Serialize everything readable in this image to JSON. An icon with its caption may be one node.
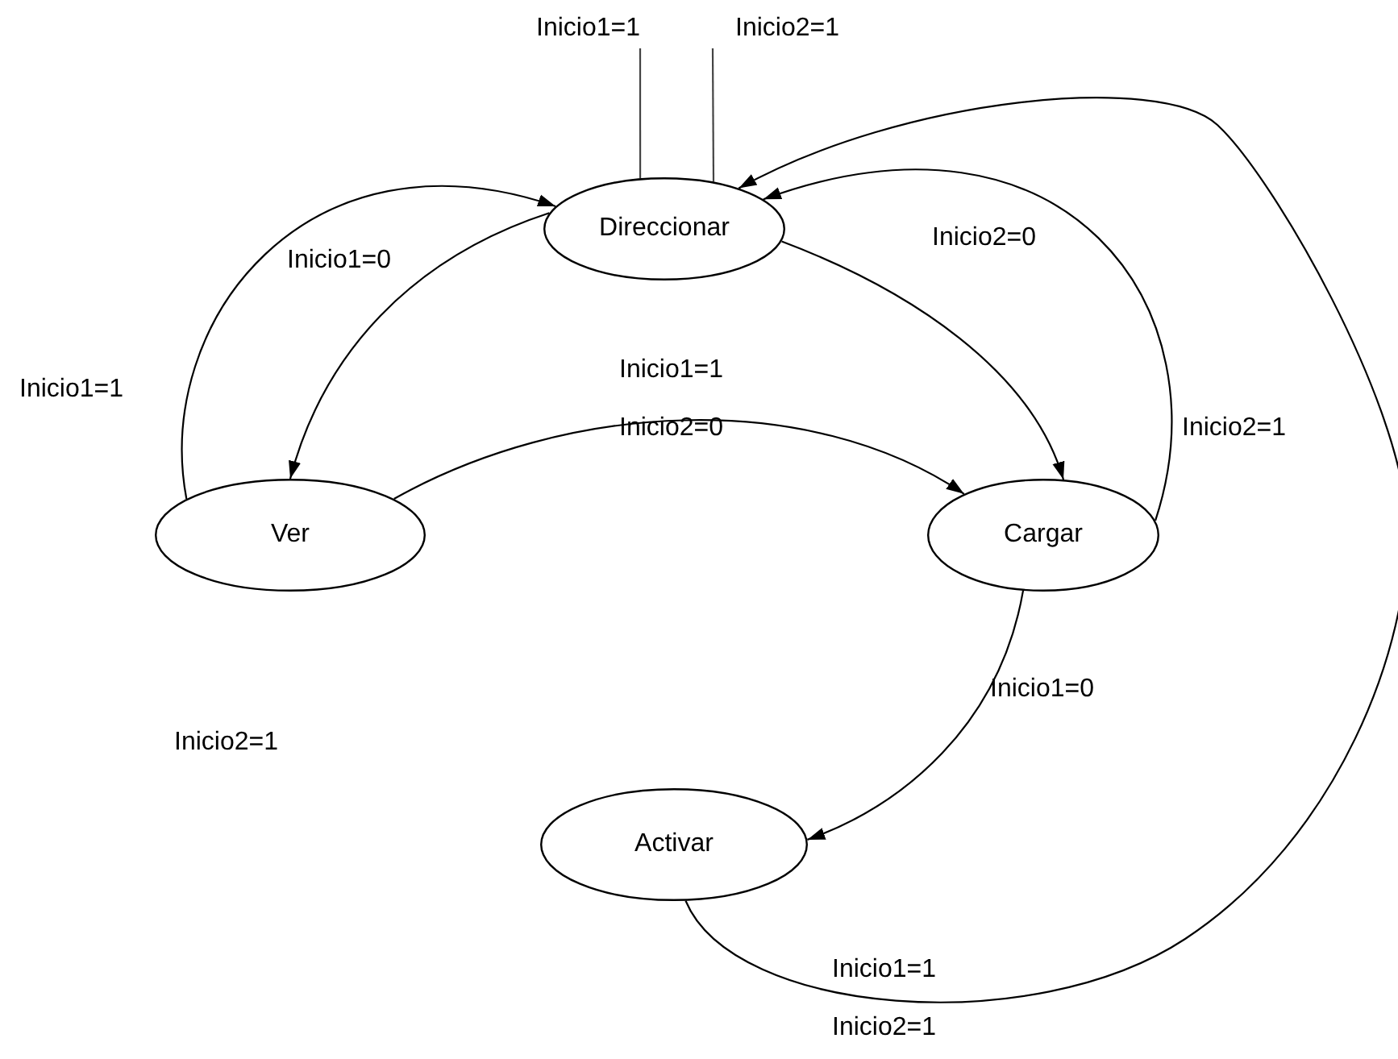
{
  "diagram": {
    "nodes": [
      {
        "text": [
          "Direccionar"
        ]
      },
      {
        "text": [
          "Ver"
        ]
      },
      {
        "text": [
          "Cargar"
        ]
      },
      {
        "text": [
          "Activar"
        ]
      }
    ],
    "edges": [
      {
        "from": null,
        "to": 0,
        "arrow": "none",
        "label": "Inicio1=1"
      },
      {
        "from": null,
        "to": 0,
        "arrow": "none",
        "label": "Inicio2=1"
      },
      {
        "from": 0,
        "to": 1,
        "arrow": "to",
        "label": "Inicio1=0"
      },
      {
        "from": 1,
        "to": 0,
        "arrow": "to",
        "label": "Inicio1=1"
      },
      {
        "from": 0,
        "to": 2,
        "arrow": "to",
        "label": "Inicio2=0"
      },
      {
        "from": 2,
        "to": 0,
        "arrow": "to",
        "label": "Inicio2=1"
      },
      {
        "from": 1,
        "to": 2,
        "arrow": "to",
        "label": "Inicio1=1 Inicio2=0"
      },
      {
        "from": 2,
        "to": 3,
        "arrow": "to",
        "label": "Inicio1=0"
      },
      {
        "from": 3,
        "to": 0,
        "arrow": "to",
        "label": "Inicio1=1 Inicio2=1"
      }
    ],
    "labels": [
      "Inicio2=1"
    ]
  }
}
